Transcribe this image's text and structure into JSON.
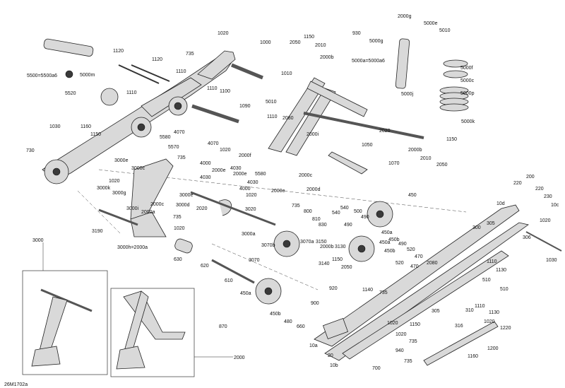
{
  "drawing_code": "26M1702a",
  "callouts": [
    "1020",
    "1000",
    "1150",
    "2050",
    "2010",
    "2000b",
    "2000g",
    "930",
    "5000g",
    "5000e",
    "5010",
    "735",
    "1120",
    "1120",
    "1110",
    "5500=5500a6",
    "5000m",
    "5520",
    "1110",
    "1110",
    "1100",
    "1010",
    "5000a=5000a6",
    "5000f",
    "5000c",
    "5000p",
    "5000j",
    "5000k",
    "5010",
    "1110",
    "1090",
    "2080",
    "2020",
    "1030",
    "1160",
    "1150",
    "730",
    "4070",
    "5580",
    "5570",
    "735",
    "4070",
    "1020",
    "2000f",
    "4000",
    "2000e",
    "4030",
    "4030",
    "2000e",
    "5580",
    "4030",
    "4000",
    "2000e",
    "1020",
    "2000d",
    "2000c",
    "2000i",
    "1050",
    "1070",
    "2000b",
    "2010",
    "2050",
    "1150",
    "3000e",
    "3000c",
    "3000e",
    "1020",
    "3000k",
    "3000g",
    "3000i",
    "3000d",
    "2000c",
    "2000a",
    "735",
    "1020",
    "3190",
    "3000h=2000a",
    "2020",
    "3020",
    "735",
    "800",
    "810",
    "830",
    "3000a",
    "540",
    "540",
    "500",
    "490",
    "490",
    "450",
    "450a",
    "450b",
    "450a",
    "450b",
    "490",
    "520",
    "470",
    "3070b",
    "3070a",
    "2000b",
    "3150",
    "3130",
    "3140",
    "1150",
    "2050",
    "3070",
    "630",
    "620",
    "610",
    "450a",
    "450b",
    "480",
    "660",
    "870",
    "920",
    "900",
    "10a",
    "20",
    "10b",
    "1140",
    "735",
    "1020",
    "1150",
    "1020",
    "735",
    "940",
    "700",
    "735",
    "2080",
    "470",
    "520",
    "305",
    "300",
    "220",
    "200",
    "220",
    "230",
    "10d",
    "10c",
    "1020",
    "306",
    "1030",
    "1110",
    "1130",
    "510",
    "510",
    "1110",
    "1130",
    "305",
    "310",
    "316",
    "1020",
    "1220",
    "1200",
    "1160",
    "3000",
    "2000"
  ]
}
